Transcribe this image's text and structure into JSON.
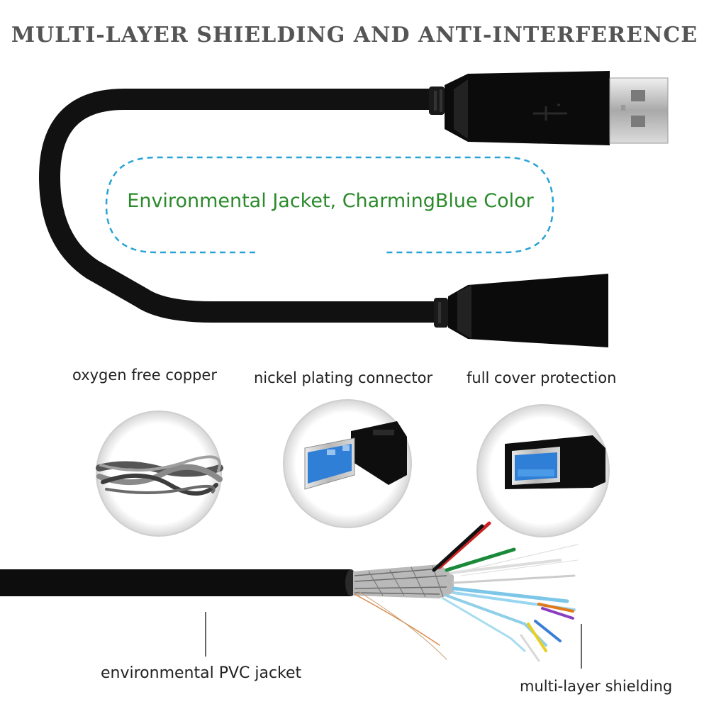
{
  "headline": "Multi-layer shielding and anti-interference",
  "callout": "Environmental Jacket, CharmingBlue Color",
  "features": {
    "copper": "oxygen free copper",
    "nickel": "nickel plating connector",
    "cover": "full cover protection"
  },
  "cross_section": {
    "jacket_label": "environmental PVC jacket",
    "shield_label": "multi-layer shielding"
  },
  "colors": {
    "headline": "#555555",
    "callout_text": "#2b8a2b",
    "callout_border": "#29a3d6",
    "usb3_blue": "#2f7fd6",
    "cable": "#111111"
  }
}
